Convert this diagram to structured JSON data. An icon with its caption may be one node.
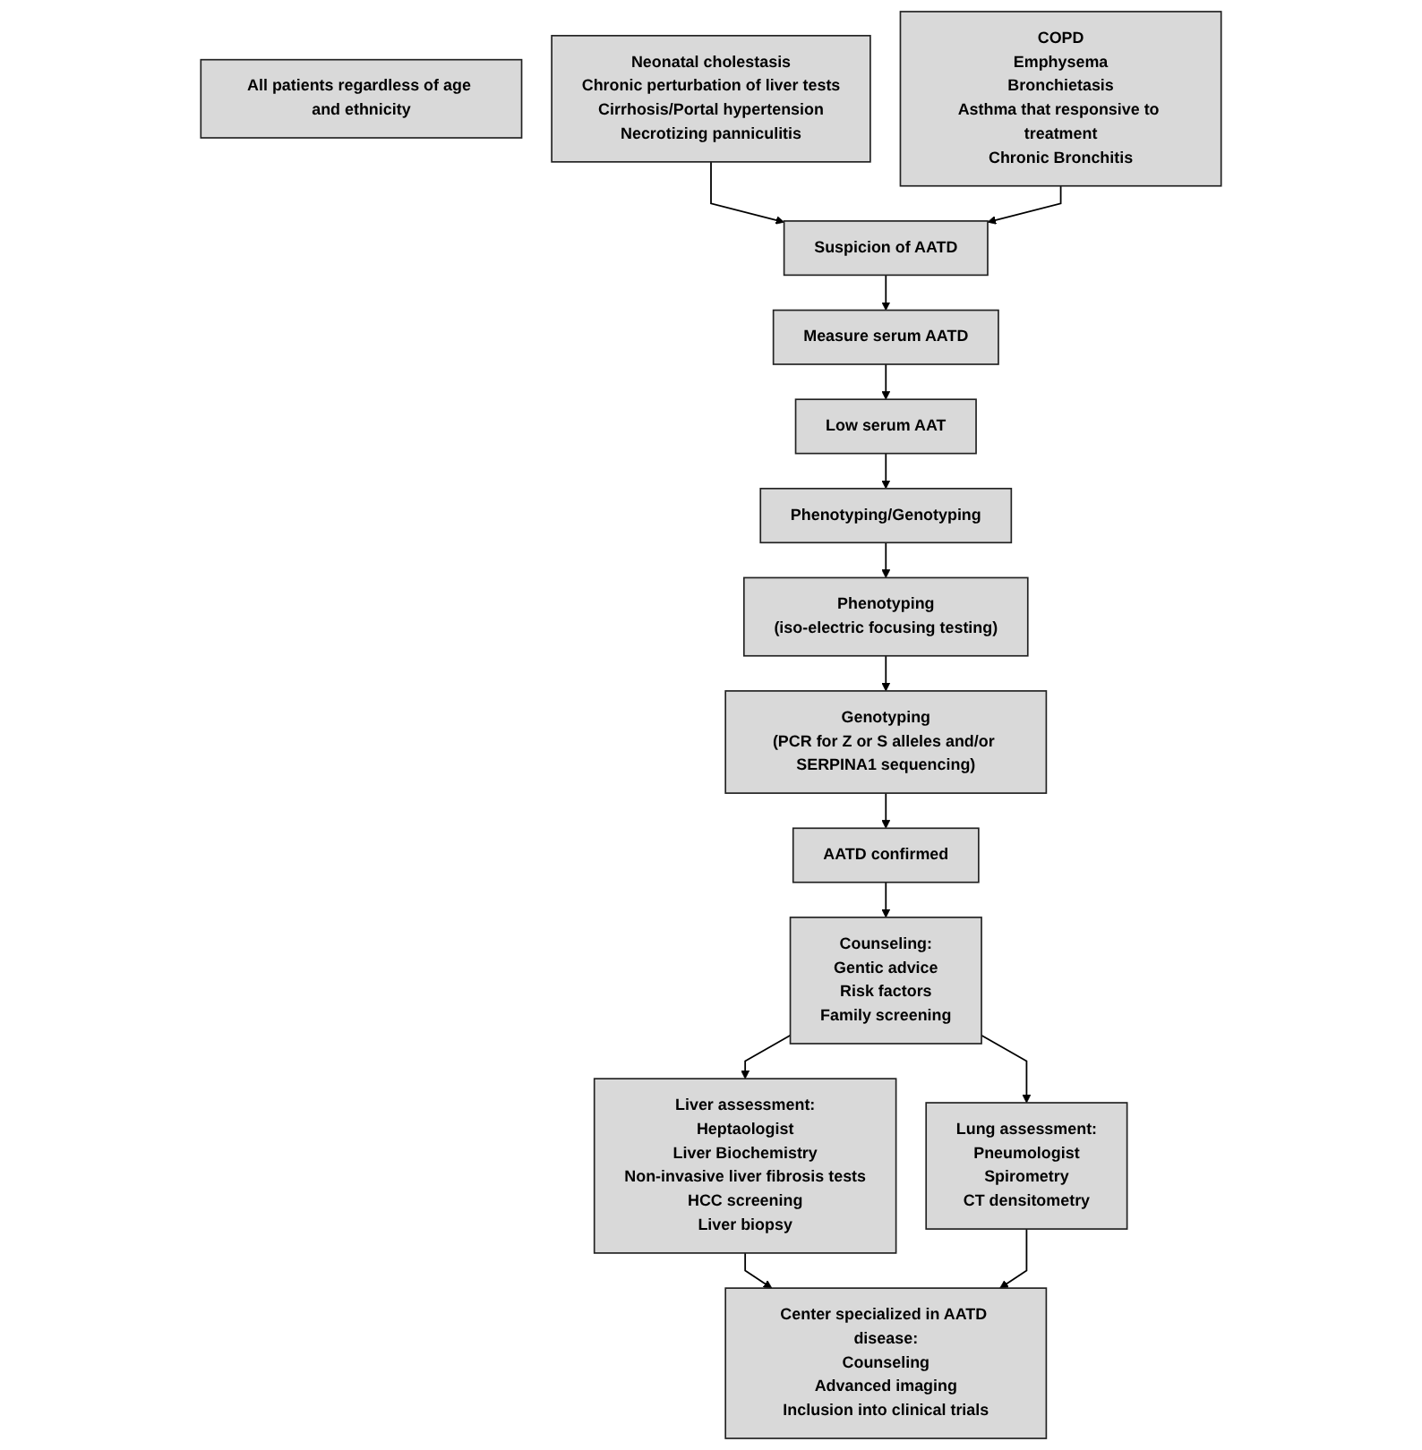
{
  "diagram": {
    "nodes": [
      {
        "text": [
          "All patients regardless of age and ethnicity"
        ]
      },
      {
        "text": [
          "Neonatal cholestasis",
          "Chronic perturbation of liver tests",
          "Cirrhosis/Portal hypertension",
          "Necrotizing panniculitis"
        ]
      },
      {
        "text": [
          "Suspicion of AATD"
        ]
      },
      {
        "text": [
          "COPD",
          "Emphysema",
          "Bronchietasis",
          "Asthma that responsive to treatment",
          "Chronic Bronchitis"
        ]
      },
      {
        "text": [
          "Measure serum AATD"
        ]
      },
      {
        "text": [
          "Low serum AAT"
        ]
      },
      {
        "text": [
          "Phenotyping/Genotyping"
        ]
      },
      {
        "text": [
          "Phenotyping",
          "(iso-electric focusing testing)"
        ]
      },
      {
        "text": [
          "AATD confirmed"
        ]
      },
      {
        "text": [
          "Genotyping",
          "(PCR for Z or S alleles and/or SERPINA1 sequencing)"
        ]
      },
      {
        "text": [
          "Counseling:",
          "Gentic advice",
          "Risk factors",
          "Family screening"
        ]
      },
      {
        "text": [
          "Liver assessment:",
          "Heptaologist",
          "Liver Biochemistry",
          "Non-invasive liver fibrosis tests",
          "HCC screening",
          "Liver biopsy"
        ]
      },
      {
        "text": [
          "Lung assessment:",
          "Pneumologist",
          "Spirometry",
          "CT densitometry"
        ]
      },
      {
        "text": [
          "Center specialized in AATD disease:",
          "Counseling",
          "Advanced imaging",
          "Inclusion into clinical trials"
        ]
      }
    ],
    "edges": [
      {
        "from": 1,
        "to": 2,
        "arrow": "to"
      },
      {
        "from": 3,
        "to": 2,
        "arrow": "to"
      },
      {
        "from": 2,
        "to": 4,
        "arrow": "to"
      },
      {
        "from": 4,
        "to": 5,
        "arrow": "to"
      },
      {
        "from": 5,
        "to": 6,
        "arrow": "to"
      },
      {
        "from": 6,
        "to": 7,
        "arrow": "to"
      },
      {
        "from": 7,
        "to": 9,
        "arrow": "to"
      },
      {
        "from": 9,
        "to": 8,
        "arrow": "to"
      },
      {
        "from": 8,
        "to": 10,
        "arrow": "to"
      },
      {
        "from": 10,
        "to": 11,
        "arrow": "to"
      },
      {
        "from": 10,
        "to": 12,
        "arrow": "to"
      },
      {
        "from": 11,
        "to": 13,
        "arrow": "to"
      },
      {
        "from": 12,
        "to": 13,
        "arrow": "to"
      }
    ]
  }
}
